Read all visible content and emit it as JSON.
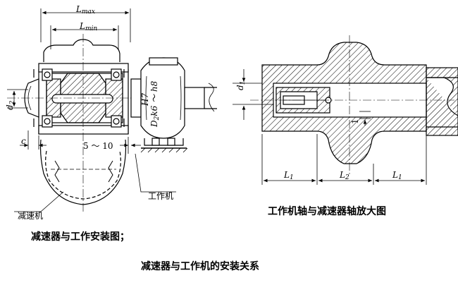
{
  "left_figure": {
    "dims": {
      "L": "L",
      "max": "max",
      "min": "min",
      "d": "d",
      "d_sub": "2",
      "c": "c",
      "gap": "5 ～ 10",
      "fit_H": "H7",
      "fit_D": "D",
      "fit_D_sub": "2",
      "fit_k": "k6 ～ h8"
    },
    "labels": {
      "reducer": "减速机",
      "machine": "工作机"
    },
    "caption": "减速器与工作安装图；"
  },
  "right_figure": {
    "dims": {
      "d": "d",
      "d_sub": "1",
      "L": "L",
      "L1_sub": "1",
      "L2_sub": "2",
      "small_1": "1"
    },
    "caption": "工作机轴与减速器轴放大图"
  },
  "bottom_caption": "减速器与工作机的安装关系",
  "colors": {
    "line": "#000000",
    "hatch": "#000000",
    "background": "#ffffff"
  }
}
